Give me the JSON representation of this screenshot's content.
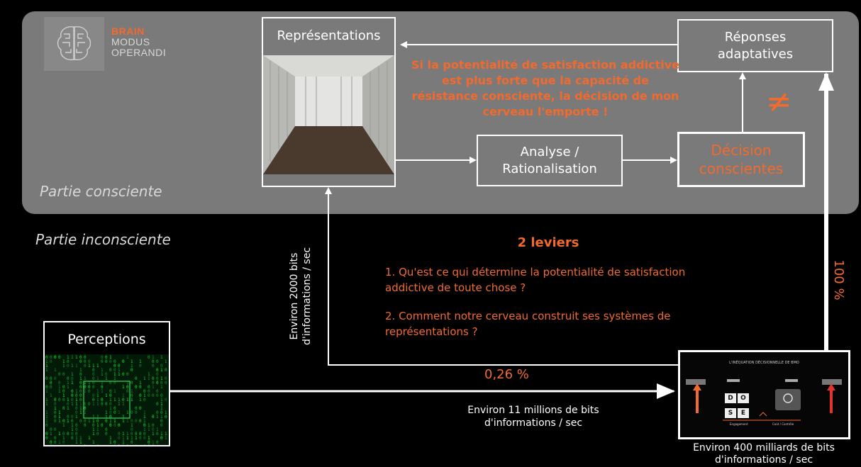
{
  "logo": {
    "line1": "BRAIN",
    "line2": "MODUS",
    "line3": "OPERANDI",
    "icon": "brain-icon"
  },
  "zones": {
    "conscious": "Partie consciente",
    "unconscious": "Partie inconsciente"
  },
  "boxes": {
    "representations": "Représentations",
    "responses": "Réponses\nadaptatives",
    "analysis": "Analyse /\nRationalisation",
    "decision": "Décision\nconscientes",
    "perceptions": "Perceptions"
  },
  "not_equal": "≠",
  "warning": "Si la potentialité de satisfaction addictive est plus forte que la capacité de résistance consciente, la décision de mon cerveau l'emporte !",
  "levers": {
    "title": "2 leviers",
    "q1": "1. Qu'est ce qui détermine la potentialité de satisfaction addictive de toute chose ?",
    "q2": "2. Comment notre cerveau construit ses systèmes de représentations ?"
  },
  "flows": {
    "percent_026": "0,26 %",
    "percent_100": "100 %",
    "bits_2000": "Environ 2000 bits\nd'informations / sec",
    "bits_11m": "Environ 11 millions de bits\nd'informations / sec",
    "bits_400b": "Environ 400 milliards de bits\nd'informations / sec"
  },
  "thumbnail": {
    "title": "L'INÉQUATION DÉCISIONNELLE DE BMO",
    "letters": [
      "D",
      "O",
      "S",
      "E"
    ],
    "bottom_left": "Engagement",
    "bottom_right": "Coût / Contrôle"
  },
  "colors": {
    "accent": "#f26a2e",
    "panel": "#7a7a7a",
    "background": "#000000"
  }
}
